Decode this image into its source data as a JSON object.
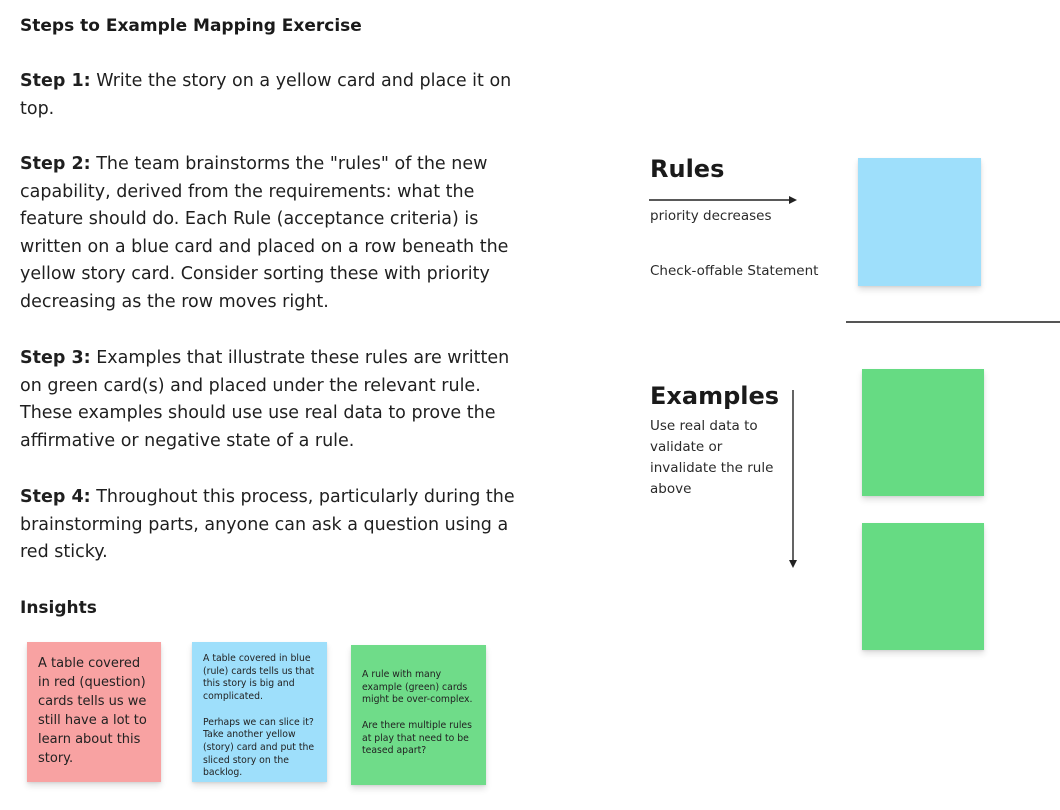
{
  "title": "Steps to Example Mapping Exercise",
  "steps": [
    {
      "label": "Step 1:",
      "text": " Write the story on a yellow card and place it on top."
    },
    {
      "label": "Step 2:",
      "text": " The team brainstorms the \"rules\" of the new capability, derived from the requirements: what the feature should do. Each Rule (acceptance criteria) is written on a blue card and placed on a row beneath the yellow story card. Consider sorting these with priority decreasing as the row moves right."
    },
    {
      "label": "Step 3:",
      "text": " Examples that illustrate these rules are written on green card(s) and placed under the relevant rule. These examples should use use real data to prove the affirmative or negative state of a rule."
    },
    {
      "label": "Step 4:",
      "text": " Throughout this process, particularly during the brainstorming parts, anyone can ask a question using a red sticky."
    }
  ],
  "insights": {
    "title": "Insights",
    "notes": [
      {
        "color": "#f8a2a2",
        "text": "A table covered in red (question) cards tells us we still have a lot to learn about this story."
      },
      {
        "color": "#9edffb",
        "text": "A table covered in blue (rule) cards tells us that this story is big and complicated.\n\nPerhaps we can slice it? Take another yellow (story) card and put the sliced story on the backlog."
      },
      {
        "color": "#6fdc89",
        "text": "A rule with many example (green) cards might be over-complex.\n\nAre there multiple rules at play that need to be teased apart?"
      }
    ]
  },
  "rules": {
    "heading": "Rules",
    "direction": "priority decreases",
    "description": "Check-offable Statement",
    "card_color": "#9edffb"
  },
  "examples": {
    "heading": "Examples",
    "description": "Use real data to\nvalidate or\ninvalidate the rule\nabove",
    "card_color": "#6fdc89"
  }
}
